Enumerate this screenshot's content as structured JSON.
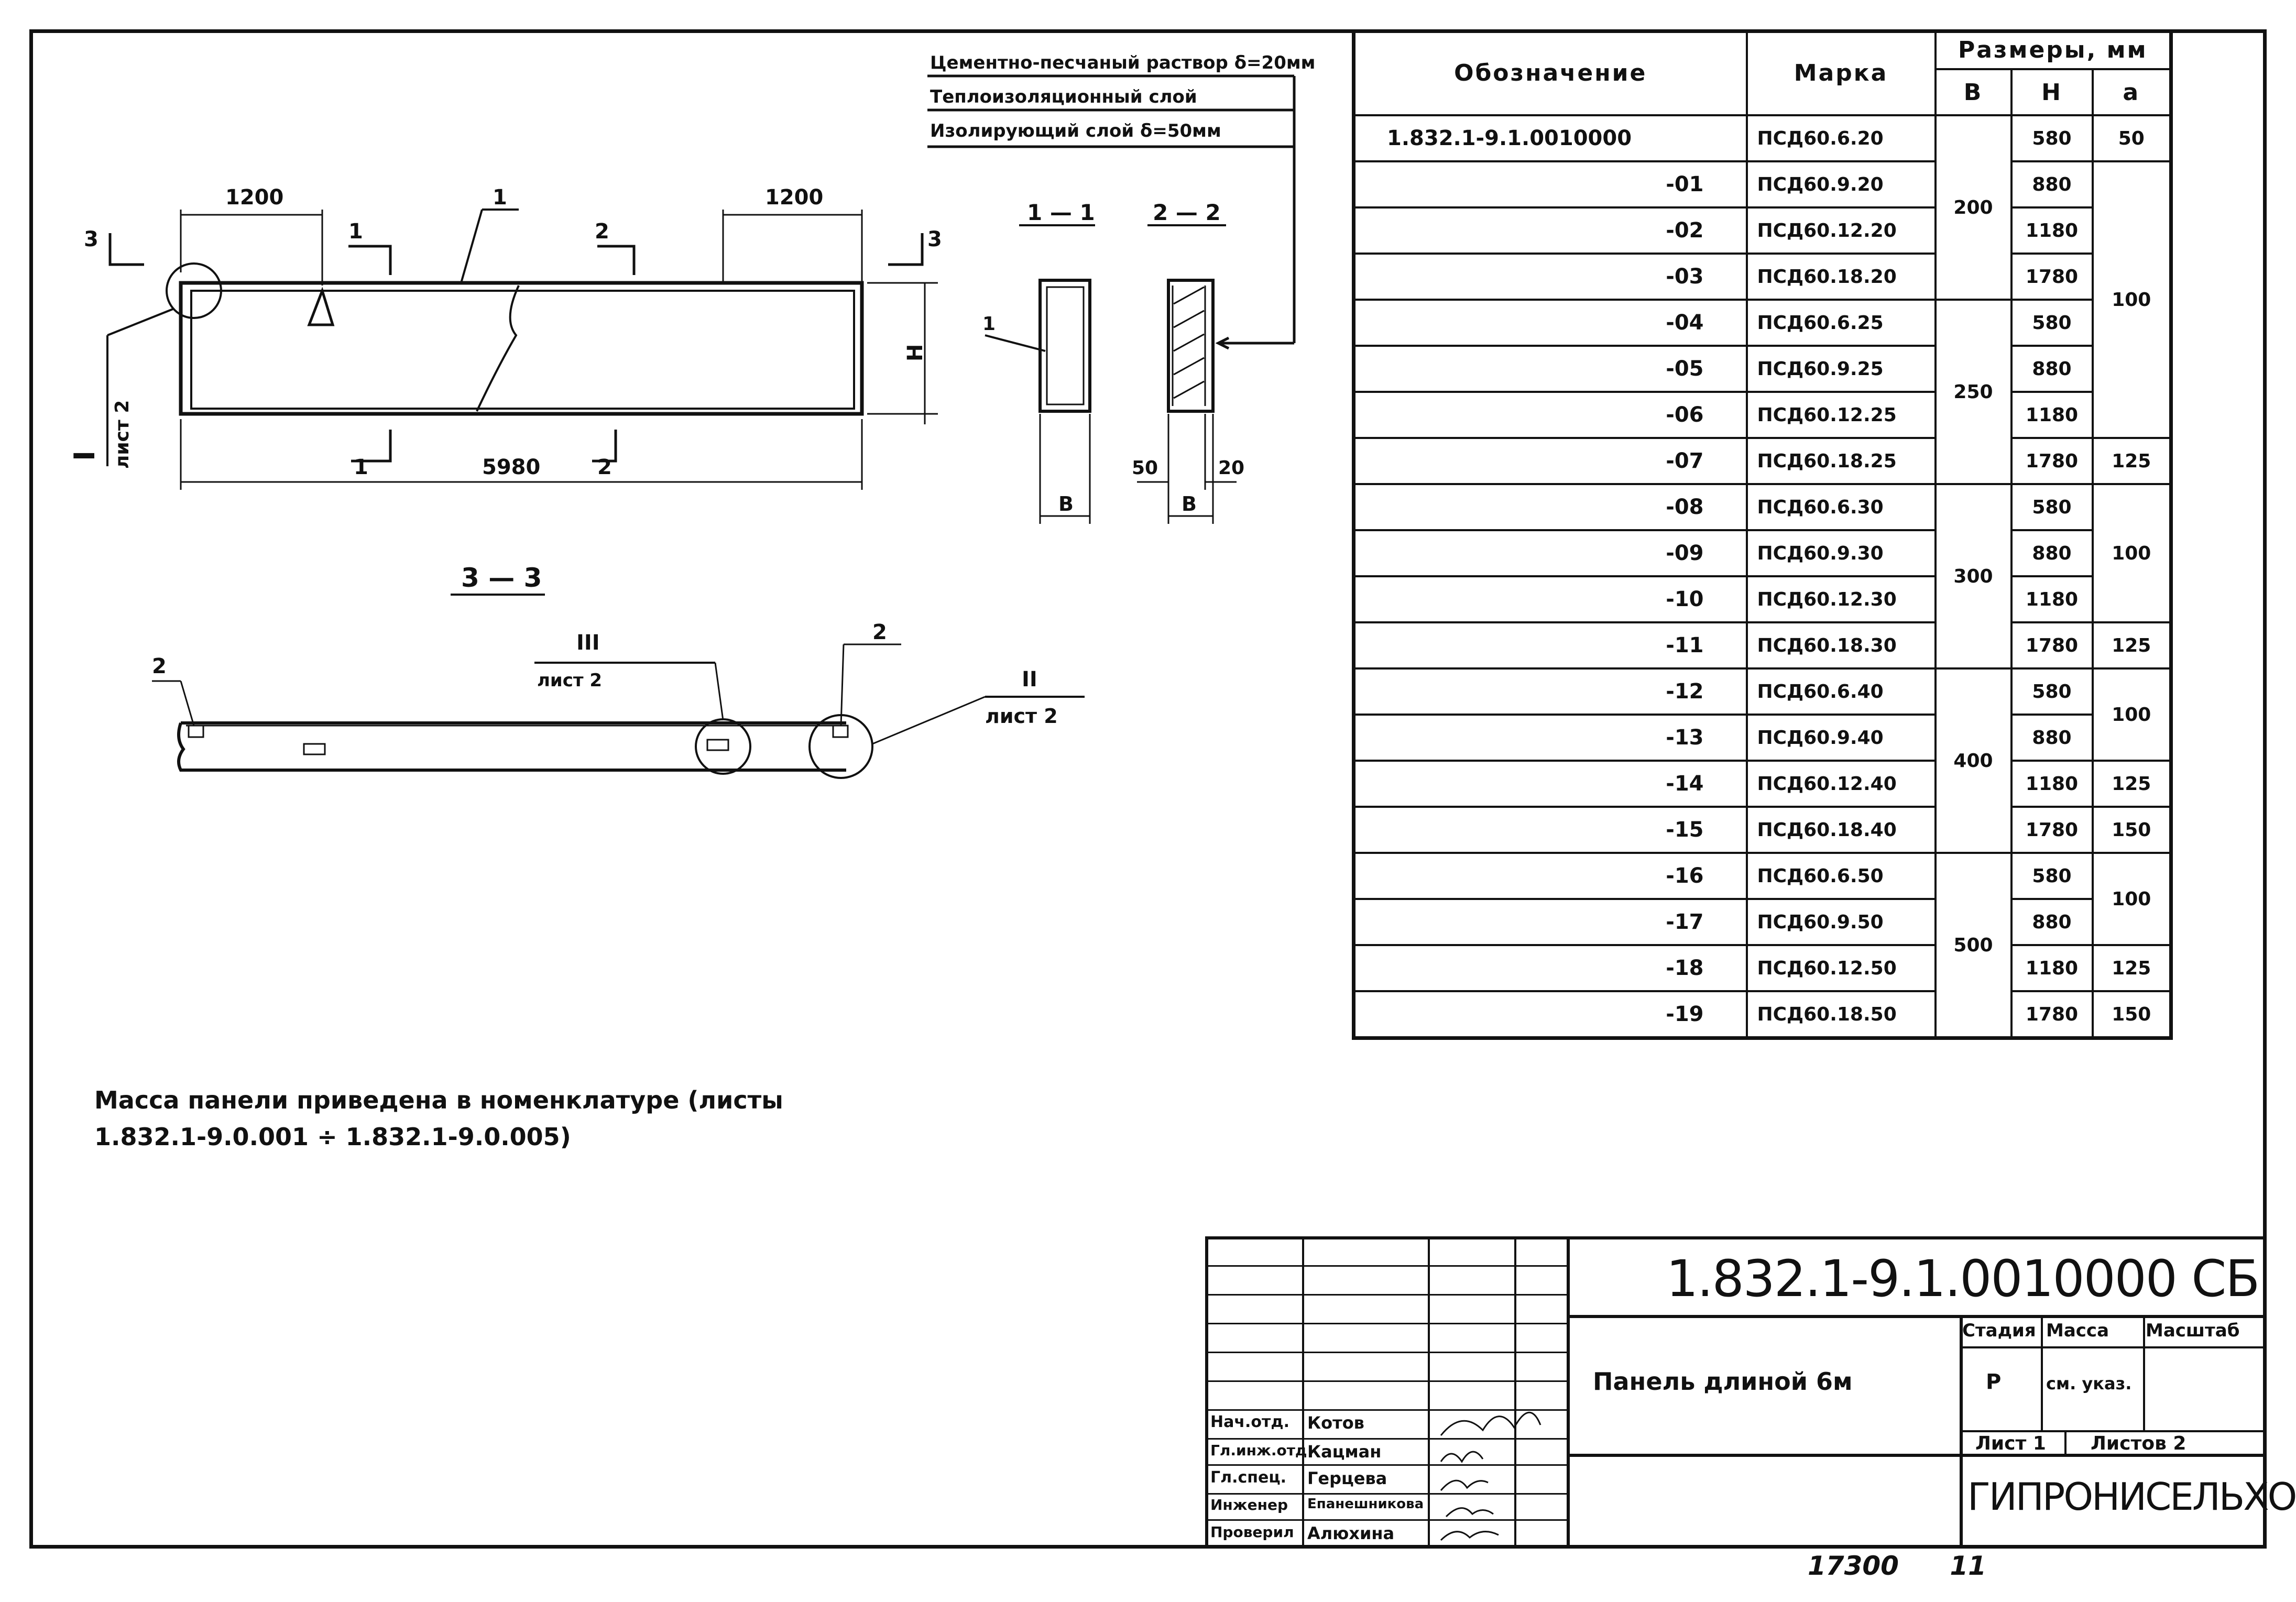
{
  "layers": {
    "label1": "Цементно-песчаный раствор δ=20мм",
    "label2": "Теплоизоляционный слой",
    "label3": "Изолирующий слой δ=50мм"
  },
  "panel": {
    "dim_left": "1200",
    "dim_right": "1200",
    "dim_length": "5980",
    "dim_height": "Н",
    "pos1": "1",
    "sec_1": "1",
    "sec_2": "2",
    "sec_3": "3",
    "ref_roman": "I",
    "ref_sheet": "лист 2"
  },
  "sections": {
    "s11_title": "1 — 1",
    "s22_title": "2 — 2",
    "s11_pos": "1",
    "s11_b": "В",
    "s22_b": "В",
    "s22_50": "50",
    "s22_20": "20"
  },
  "section33": {
    "title": "3 — 3",
    "pos2_left": "2",
    "pos2_right": "2",
    "ref3_roman": "III",
    "ref3_sheet": "лист 2",
    "ref2_roman": "II",
    "ref2_sheet": "лист 2"
  },
  "table": {
    "h_designation": "Обозначение",
    "h_mark": "Марка",
    "h_sizes": "Размеры, мм",
    "h_b": "В",
    "h_h": "Н",
    "h_a": "а",
    "rows": [
      {
        "des": "1.832.1-9.1.0010000",
        "mark": "ПСД60.6.20",
        "h": "580"
      },
      {
        "des": "-01",
        "mark": "ПСД60.9.20",
        "h": "880"
      },
      {
        "des": "-02",
        "mark": "ПСД60.12.20",
        "h": "1180"
      },
      {
        "des": "-03",
        "mark": "ПСД60.18.20",
        "h": "1780"
      },
      {
        "des": "-04",
        "mark": "ПСД60.6.25",
        "h": "580"
      },
      {
        "des": "-05",
        "mark": "ПСД60.9.25",
        "h": "880"
      },
      {
        "des": "-06",
        "mark": "ПСД60.12.25",
        "h": "1180"
      },
      {
        "des": "-07",
        "mark": "ПСД60.18.25",
        "h": "1780"
      },
      {
        "des": "-08",
        "mark": "ПСД60.6.30",
        "h": "580"
      },
      {
        "des": "-09",
        "mark": "ПСД60.9.30",
        "h": "880"
      },
      {
        "des": "-10",
        "mark": "ПСД60.12.30",
        "h": "1180"
      },
      {
        "des": "-11",
        "mark": "ПСД60.18.30",
        "h": "1780"
      },
      {
        "des": "-12",
        "mark": "ПСД60.6.40",
        "h": "580"
      },
      {
        "des": "-13",
        "mark": "ПСД60.9.40",
        "h": "880"
      },
      {
        "des": "-14",
        "mark": "ПСД60.12.40",
        "h": "1180"
      },
      {
        "des": "-15",
        "mark": "ПСД60.18.40",
        "h": "1780"
      },
      {
        "des": "-16",
        "mark": "ПСД60.6.50",
        "h": "580"
      },
      {
        "des": "-17",
        "mark": "ПСД60.9.50",
        "h": "880"
      },
      {
        "des": "-18",
        "mark": "ПСД60.12.50",
        "h": "1180"
      },
      {
        "des": "-19",
        "mark": "ПСД60.18.50",
        "h": "1780"
      }
    ],
    "b_groups": [
      "200",
      "250",
      "300",
      "400",
      "500"
    ],
    "a_values": [
      "50",
      "100",
      "125",
      "100",
      "125",
      "100",
      "125",
      "150",
      "100",
      "125",
      "150"
    ]
  },
  "note": {
    "line1": "Масса панели приведена в номенклатуре (листы",
    "line2": "1.832.1-9.0.001 ÷ 1.832.1-9.0.005)"
  },
  "stamp": {
    "code": "1.832.1-9.1.0010000 СБ",
    "name": "Панель длиной 6м",
    "stage_h": "Стадия",
    "mass_h": "Масса",
    "scale_h": "Масштаб",
    "stage": "Р",
    "mass": "см. указ.",
    "sheet": "Лист 1",
    "sheets": "Листов 2",
    "org": "ГИПРОНИСЕЛЬХОЗ",
    "roles": [
      "Нач.отд.",
      "Гл.инж.отд",
      "Гл.спец.",
      "Инженер",
      "Проверил"
    ],
    "names": [
      "Котов",
      "Кацман",
      "Герцева",
      "Епанешникова",
      "Алюхина"
    ]
  },
  "footer": {
    "inv": "17300",
    "num": "11"
  }
}
